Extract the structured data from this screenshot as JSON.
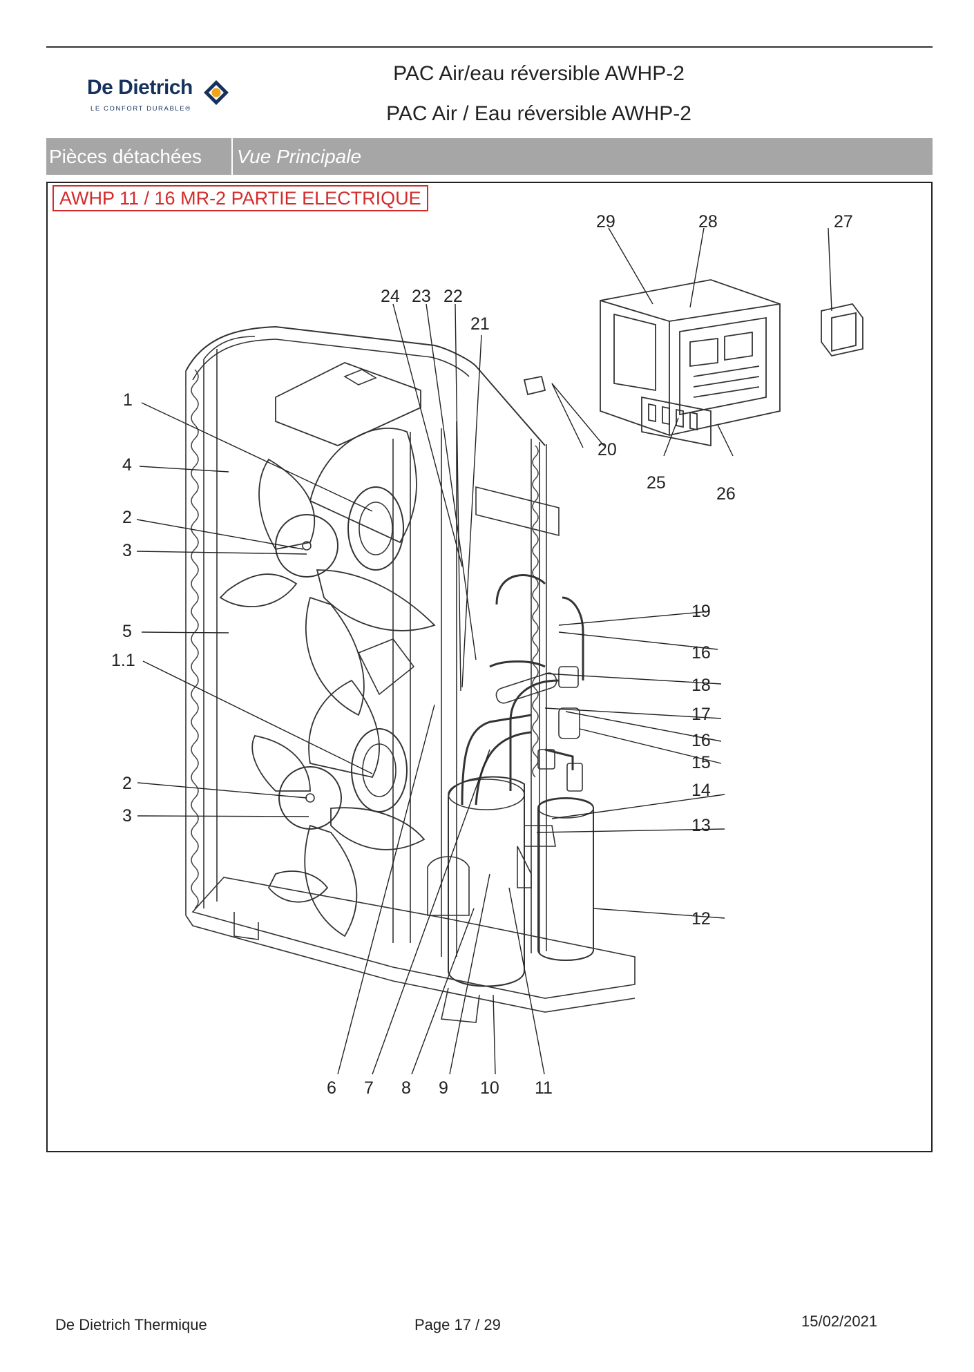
{
  "header": {
    "logo_name": "De Dietrich",
    "logo_tagline": "LE CONFORT DURABLE®",
    "title_line1": "PAC Air/eau réversible AWHP-2",
    "title_line2": "PAC Air / Eau réversible AWHP-2"
  },
  "band": {
    "left_label": "Pièces détachées",
    "right_label": "Vue Principale"
  },
  "section": {
    "label": "AWHP 11 / 16 MR-2 PARTIE ELECTRIQUE"
  },
  "diagram": {
    "callouts": [
      "29",
      "28",
      "27",
      "24",
      "23",
      "22",
      "21",
      "1",
      "4",
      "20",
      "2",
      "3",
      "25",
      "26",
      "19",
      "5",
      "16",
      "1.1",
      "18",
      "17",
      "16",
      "15",
      "14",
      "2",
      "13",
      "3",
      "12",
      "6",
      "7",
      "8",
      "9",
      "10",
      "11"
    ]
  },
  "footer": {
    "company": "De Dietrich Thermique",
    "page_label": "Page",
    "page_current": "17",
    "page_sep": "/",
    "page_total": "29",
    "date": "15/02/2021"
  },
  "colors": {
    "band": "#a6a6a6",
    "section_label": "#d42a2a",
    "brand": "#16325c",
    "brand_accent": "#f0a31c"
  },
  "icons": [
    "de-dietrich-logo-icon"
  ]
}
